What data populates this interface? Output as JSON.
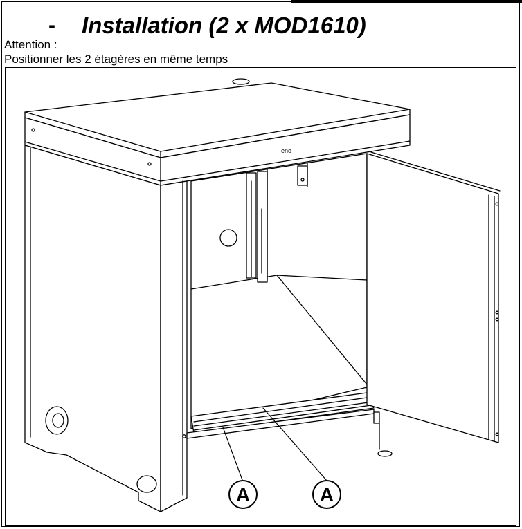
{
  "header": {
    "dash": "-",
    "title": "Installation (2 x MOD1610)"
  },
  "note": {
    "label": "Attention :",
    "text": "Positionner les 2 étagères en même temps"
  },
  "drawing": {
    "brand_mark": "eno",
    "callouts": [
      "A",
      "A"
    ]
  }
}
